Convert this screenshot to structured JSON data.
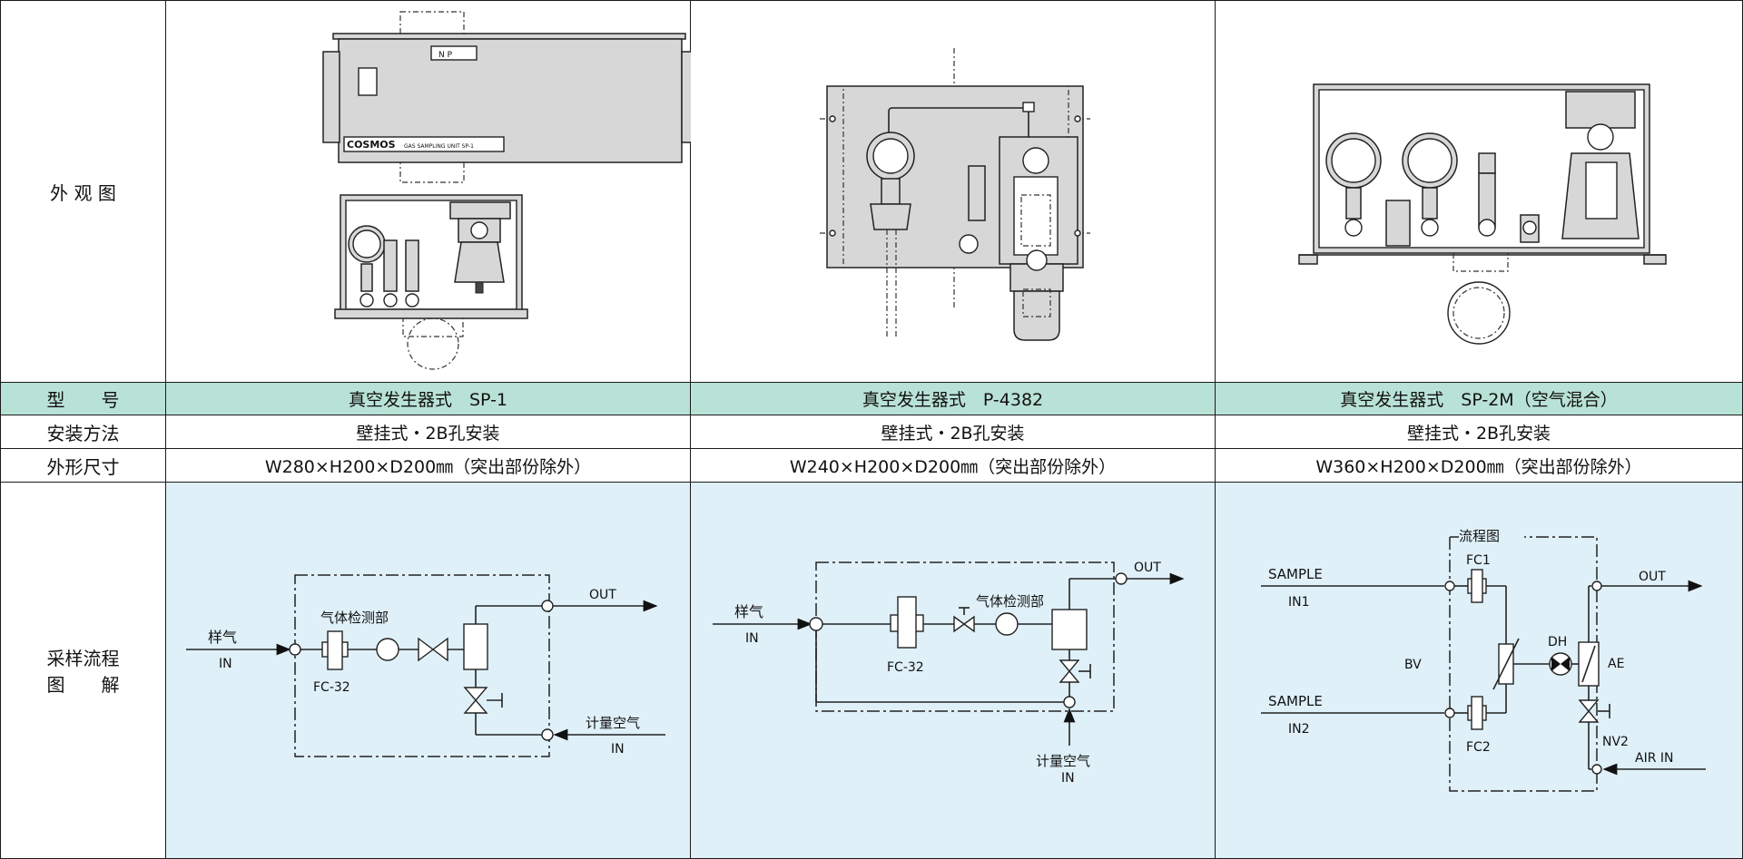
{
  "row_headers": {
    "appearance": "外 观 图",
    "model": "型　　号",
    "mounting": "安装方法",
    "dimensions": "外形尺寸",
    "flow_line1": "采样流程",
    "flow_line2": "图　　解"
  },
  "products": [
    {
      "model": "真空发生器式　SP-1",
      "mounting": "壁挂式・2B孔安装",
      "dimensions": "W280×H200×D200㎜（突出部份除外）",
      "device_brand": "COSMOS",
      "device_label": "GAS SAMPLING UNIT SP-1",
      "device_indicator": "N  P",
      "flow": {
        "in_label": "样气",
        "in_sub": "IN",
        "detector": "气体检测部",
        "fc": "FC-32",
        "out": "OUT",
        "air": "计量空气",
        "air_sub": "IN"
      }
    },
    {
      "model": "真空发生器式　P-4382",
      "mounting": "壁挂式・2B孔安装",
      "dimensions": "W240×H200×D200㎜（突出部份除外）",
      "flow": {
        "in_label": "样气",
        "in_sub": "IN",
        "detector": "气体检测部",
        "fc": "FC-32",
        "out": "OUT",
        "air": "计量空气",
        "air_sub": "IN"
      }
    },
    {
      "model": "真空发生器式　SP-2M（空气混合）",
      "mounting": "壁挂式・2B孔安装",
      "dimensions": "W360×H200×D200㎜（突出部份除外）",
      "flow": {
        "title": "流程图",
        "sample": "SAMPLE",
        "in1": "IN1",
        "in2": "IN2",
        "fc1": "FC1",
        "fc2": "FC2",
        "bv": "BV",
        "dh": "DH",
        "ae": "AE",
        "nv2": "NV2",
        "out": "OUT",
        "air_in": "AIR IN"
      }
    }
  ]
}
